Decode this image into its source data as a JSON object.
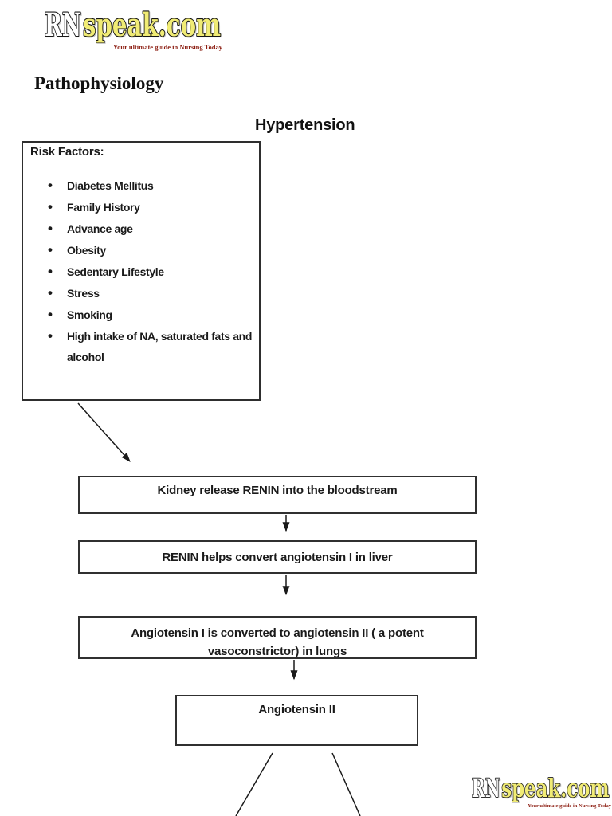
{
  "logo": {
    "brand_prefix": "RN",
    "brand_suffix": "speak.com",
    "tagline": "Your ultimate guide in Nursing Today"
  },
  "headings": {
    "section_title": "Pathophysiology",
    "diagram_title": "Hypertension"
  },
  "risk_factors": {
    "heading": "Risk Factors:",
    "items": [
      "Diabetes Mellitus",
      "Family History",
      "Advance age",
      "Obesity",
      "Sedentary Lifestyle",
      "Stress",
      "Smoking",
      "High intake of NA, saturated fats and alcohol"
    ]
  },
  "flowchart": {
    "steps": [
      {
        "id": "kidney-renin",
        "label": "Kidney release RENIN into the bloodstream"
      },
      {
        "id": "renin-liver",
        "label": "RENIN helps convert angiotensin I in liver"
      },
      {
        "id": "angiotensin-conversion",
        "label": "Angiotensin I is converted to angiotensin II ( a potent vasoconstrictor) in lungs"
      },
      {
        "id": "angiotensin-ii",
        "label": "Angiotensin II"
      }
    ]
  },
  "colors": {
    "brand_yellow": "#f1ec75",
    "brand_white": "#ffffff",
    "brand_outline": "#161616",
    "tagline_red": "#8c1e12",
    "box_border": "#303030",
    "connector": "#1a1a1a"
  }
}
